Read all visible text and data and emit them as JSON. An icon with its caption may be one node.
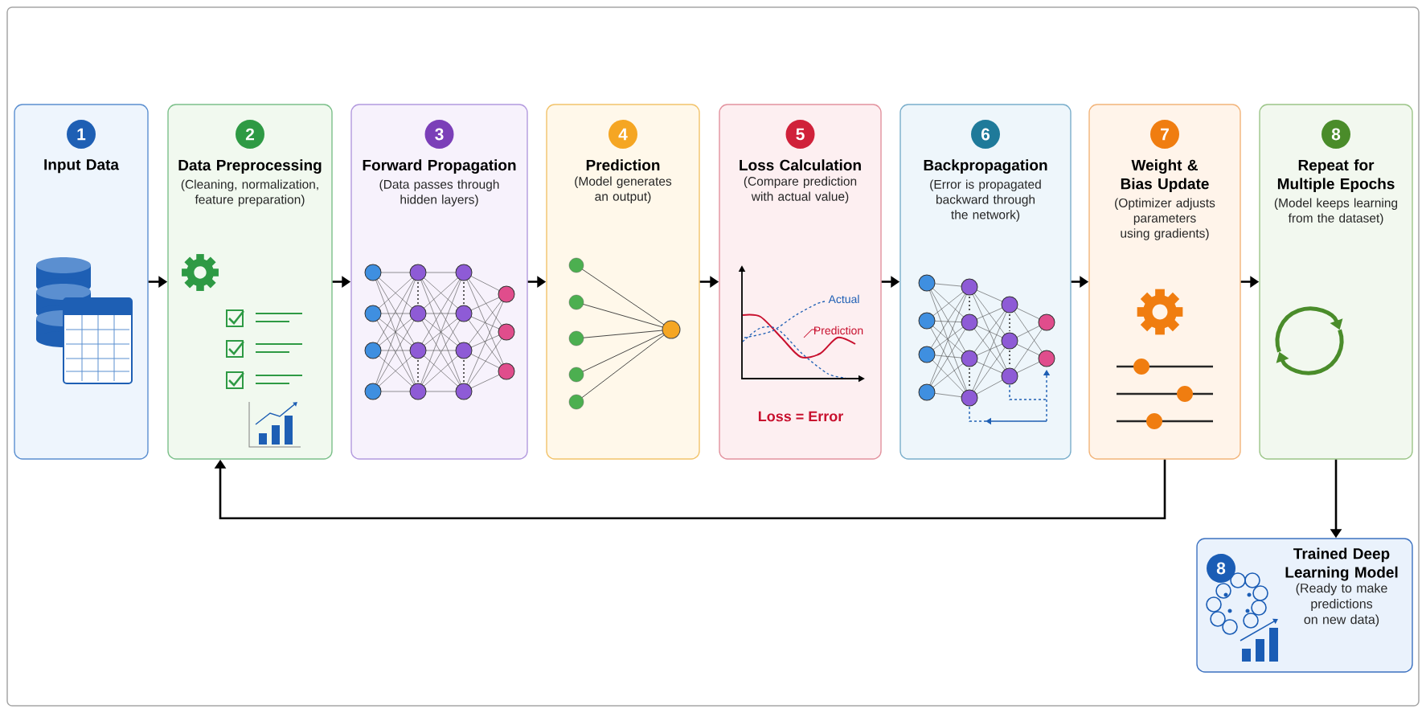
{
  "diagram": {
    "nodes": [
      {
        "text": [
          "1",
          "Input Data"
        ]
      },
      {
        "text": [
          "2",
          "Data Preprocessing",
          "(Cleaning, normalization, feature preparation)"
        ]
      },
      {
        "text": [
          "3",
          "Forward Propagation",
          "(Data passes through hidden layers)"
        ]
      },
      {
        "text": [
          "4",
          "Prediction",
          "(Model generates an output)"
        ]
      },
      {
        "text": [
          "5",
          "Loss Calculation",
          "(Compare prediction with actual value)",
          "Actual",
          "Prediction",
          "Loss = Error"
        ]
      },
      {
        "text": [
          "6",
          "Backpropagation",
          "(Error is propagated backward through the network)"
        ]
      },
      {
        "text": [
          "7",
          "Weight & Bias Update",
          "(Optimizer adjusts parameters using gradients)"
        ]
      },
      {
        "text": [
          "8",
          "Repeat for Multiple Epochs",
          "(Model keeps learning from the dataset)"
        ]
      },
      {
        "text": [
          "8",
          "Trained Deep Learning Model",
          "(Ready to make predictions on new data)"
        ]
      }
    ],
    "edges": [
      {
        "from": 0,
        "to": 1,
        "arrow": "to"
      },
      {
        "from": 1,
        "to": 2,
        "arrow": "to"
      },
      {
        "from": 2,
        "to": 3,
        "arrow": "to"
      },
      {
        "from": 3,
        "to": 4,
        "arrow": "to"
      },
      {
        "from": 4,
        "to": 5,
        "arrow": "to"
      },
      {
        "from": 5,
        "to": 6,
        "arrow": "to"
      },
      {
        "from": 6,
        "to": 7,
        "arrow": "to"
      },
      {
        "from": 7,
        "to": 8,
        "arrow": "to"
      },
      {
        "from": 6,
        "to": 1,
        "arrow": "to"
      }
    ]
  }
}
